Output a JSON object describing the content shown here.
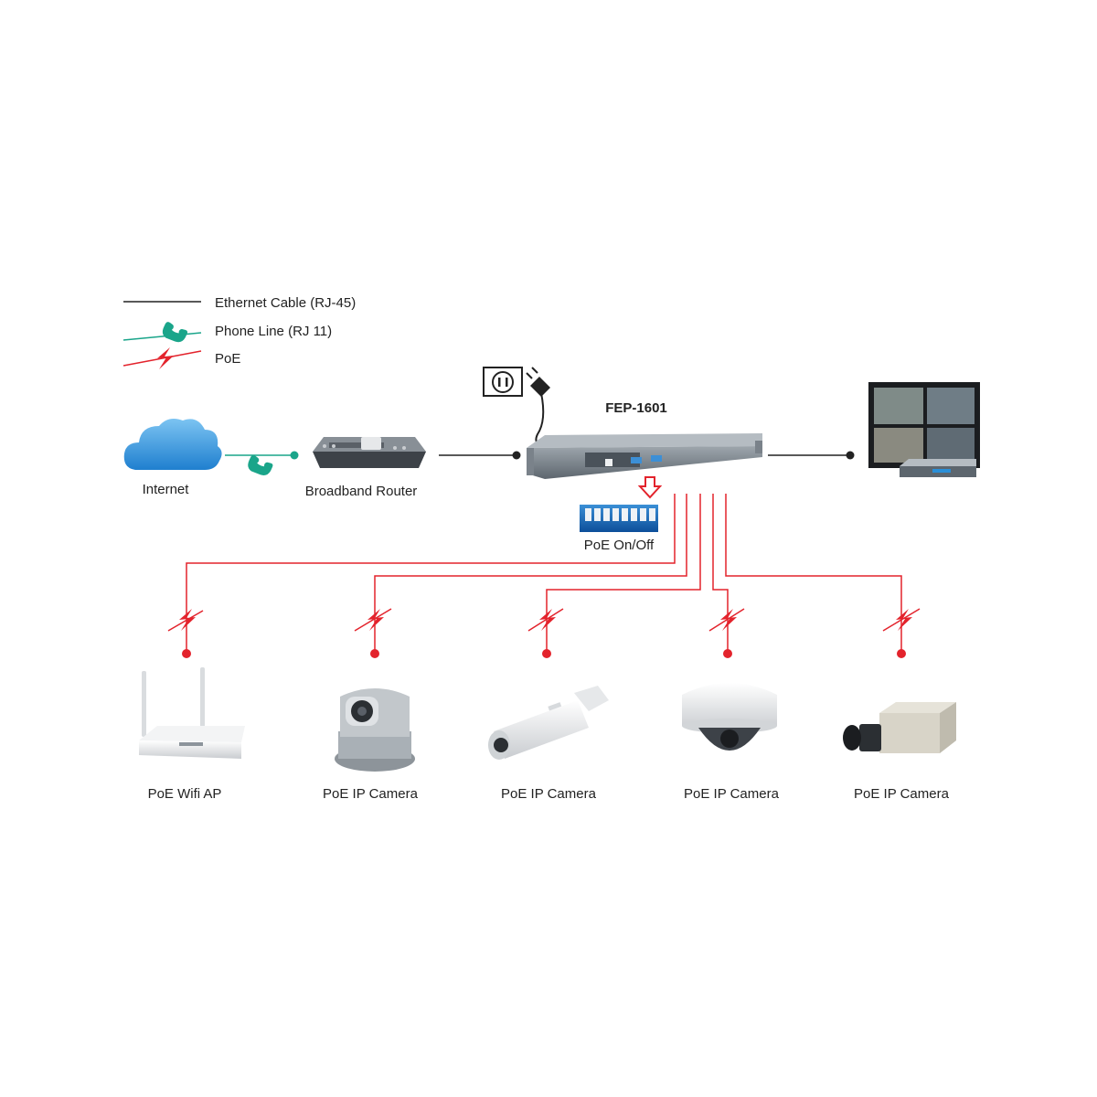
{
  "legend": {
    "ethernet": "Ethernet Cable (RJ-45)",
    "phone": "Phone Line (RJ 11)",
    "poe": "PoE"
  },
  "nodes": {
    "internet": "Internet",
    "router": "Broadband Router",
    "switch": "FEP-1601",
    "poe_switch": "PoE On/Off"
  },
  "devices": [
    "PoE Wifi AP",
    "PoE IP Camera",
    "PoE IP Camera",
    "PoE IP Camera",
    "PoE IP Camera"
  ],
  "colors": {
    "ethernet": "#222222",
    "phone": "#1aa58a",
    "poe": "#e3232c",
    "cloud": "#2a8fd8"
  }
}
